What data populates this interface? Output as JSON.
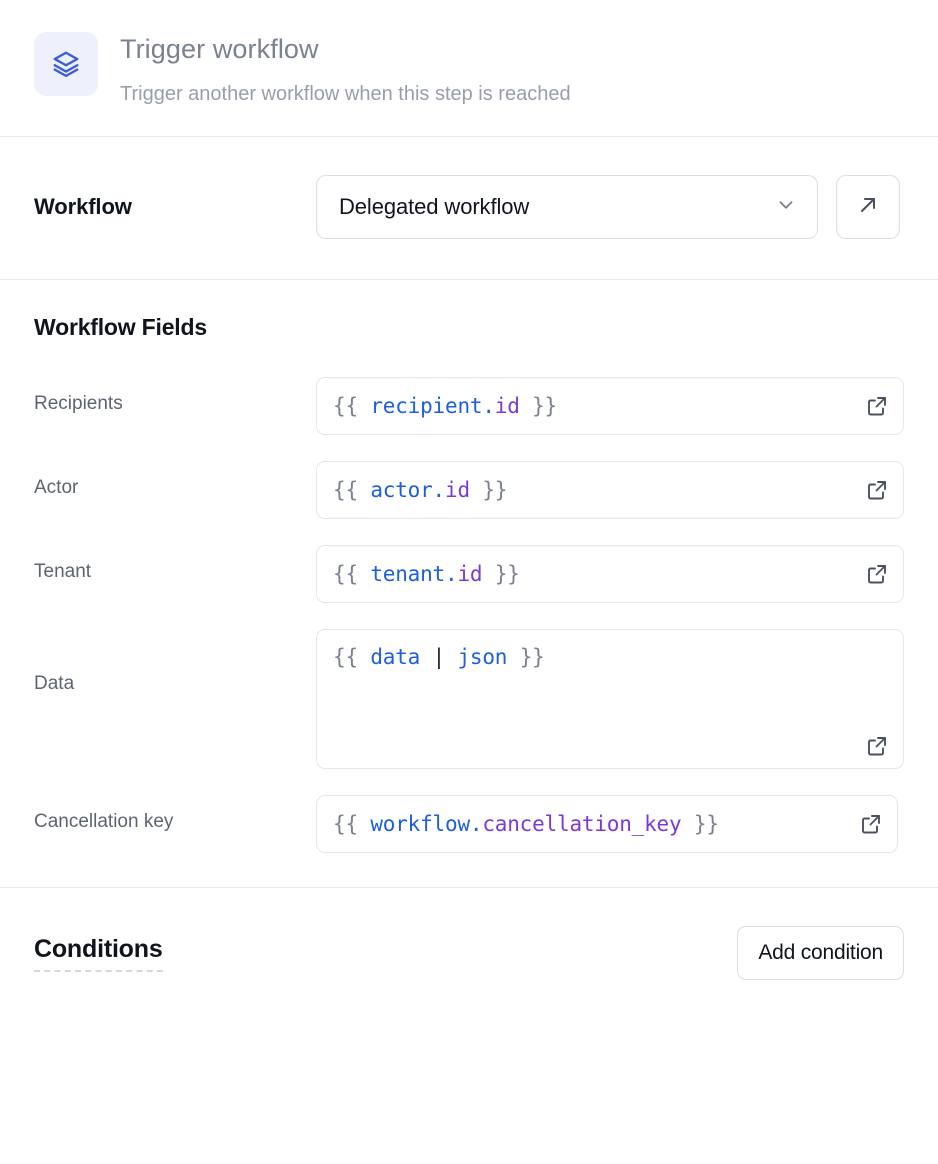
{
  "header": {
    "icon": "layers-icon",
    "title": "Trigger workflow",
    "subtitle": "Trigger another workflow when this step is reached",
    "icon_color": "#3b5bd9",
    "icon_bg": "#eef1fc"
  },
  "workflow": {
    "label": "Workflow",
    "selected": "Delegated workflow",
    "dropdown_icon": "chevron-down-icon",
    "open_button_icon": "arrow-up-right-icon"
  },
  "fields_section": {
    "heading": "Workflow Fields",
    "fields": [
      {
        "label": "Recipients",
        "type": "input",
        "tokens": [
          {
            "t": "{{ ",
            "c": "brace"
          },
          {
            "t": "recipient.",
            "c": "blue"
          },
          {
            "t": "id",
            "c": "purple"
          },
          {
            "t": " }}",
            "c": "brace"
          }
        ],
        "value": "{{ recipient.id }}",
        "action_icon": "external-link-icon"
      },
      {
        "label": "Actor",
        "type": "input",
        "tokens": [
          {
            "t": "{{ ",
            "c": "brace"
          },
          {
            "t": "actor.",
            "c": "blue"
          },
          {
            "t": "id",
            "c": "purple"
          },
          {
            "t": " }}",
            "c": "brace"
          }
        ],
        "value": "{{ actor.id }}",
        "action_icon": "external-link-icon"
      },
      {
        "label": "Tenant",
        "type": "input",
        "tokens": [
          {
            "t": "{{ ",
            "c": "brace"
          },
          {
            "t": "tenant.",
            "c": "blue"
          },
          {
            "t": "id",
            "c": "purple"
          },
          {
            "t": " }}",
            "c": "brace"
          }
        ],
        "value": "{{ tenant.id }}",
        "action_icon": "external-link-icon"
      },
      {
        "label": "Data",
        "type": "textarea",
        "tokens": [
          {
            "t": "{{ ",
            "c": "brace"
          },
          {
            "t": "data",
            "c": "blue"
          },
          {
            "t": " | ",
            "c": "pipe"
          },
          {
            "t": "json",
            "c": "blue"
          },
          {
            "t": " }}",
            "c": "brace"
          }
        ],
        "value": "{{ data | json }}",
        "action_icon": "external-link-icon"
      },
      {
        "label": "Cancellation key",
        "type": "input",
        "tokens": [
          {
            "t": "{{ ",
            "c": "brace"
          },
          {
            "t": "workflow.",
            "c": "blue"
          },
          {
            "t": "cancellation_key",
            "c": "purple"
          },
          {
            "t": " }}",
            "c": "brace"
          }
        ],
        "value": "{{ workflow.cancellation_key }}",
        "action_icon": "external-link-icon"
      }
    ]
  },
  "conditions": {
    "title": "Conditions",
    "add_label": "Add condition"
  },
  "colors": {
    "accent_blue": "#1c5fe0",
    "accent_purple": "#7b3ad6",
    "border": "#e4e6eb",
    "divider": "#e8e9ee",
    "text_muted": "#5d6470"
  }
}
